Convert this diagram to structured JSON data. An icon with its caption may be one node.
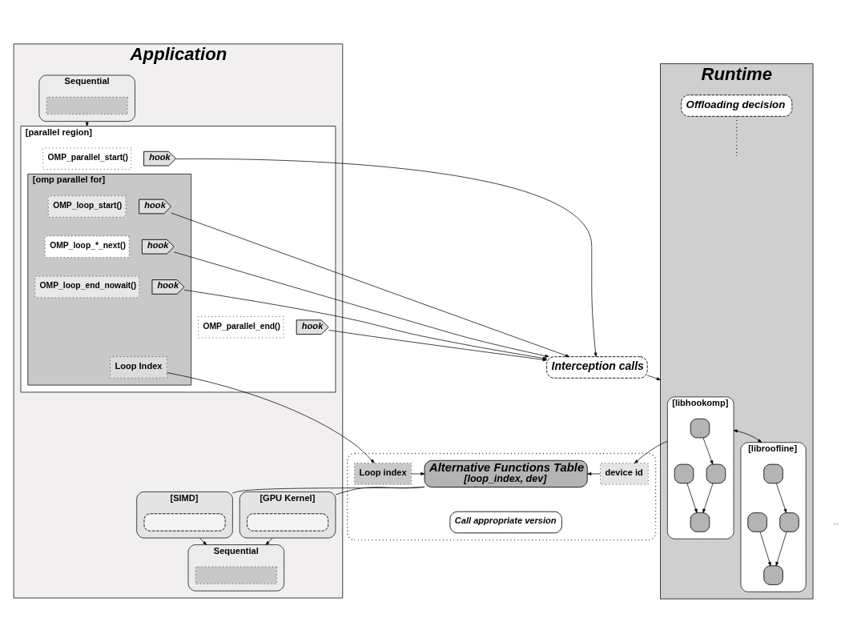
{
  "diagram": {
    "nodes": [
      {
        "text": [
          "Application"
        ]
      },
      {
        "text": [
          "Sequential"
        ],
        "in": 0
      },
      {
        "text": [],
        "shape": "box",
        "in": 1
      },
      {
        "text": [
          "[parallel region]"
        ],
        "in": 0
      },
      {
        "text": [
          "OMP_parallel_start()"
        ],
        "in": 3
      },
      {
        "text": [
          "hook"
        ],
        "in": 3
      },
      {
        "text": [
          "[omp parallel for]"
        ],
        "in": 3
      },
      {
        "text": [
          "OMP_loop_start()"
        ],
        "in": 6
      },
      {
        "text": [
          "hook"
        ],
        "in": 6
      },
      {
        "text": [
          "OMP_loop_*_next()"
        ],
        "in": 6
      },
      {
        "text": [
          "hook"
        ],
        "in": 6
      },
      {
        "text": [
          "OMP_loop_end_nowait()"
        ],
        "in": 6
      },
      {
        "text": [
          "hook"
        ],
        "in": 6
      },
      {
        "text": [
          "Loop Index"
        ],
        "in": 6
      },
      {
        "text": [
          "OMP_parallel_end()"
        ],
        "in": 3
      },
      {
        "text": [
          "hook"
        ],
        "in": 3
      },
      {
        "text": [
          "[GPU Kernel]"
        ],
        "in": 0
      },
      {
        "text": [],
        "shape": "box",
        "in": 16
      },
      {
        "text": [
          "[SIMD]"
        ],
        "in": 0
      },
      {
        "text": [],
        "shape": "box",
        "in": 18
      },
      {
        "text": [
          "Sequential"
        ],
        "in": 0
      },
      {
        "text": [],
        "shape": "box",
        "in": 20
      },
      {
        "text": [
          "Interception calls"
        ]
      },
      {
        "text": [
          "Runtime"
        ]
      },
      {
        "text": [],
        "shape": "box"
      },
      {
        "text": [
          "Loop index"
        ],
        "in": 24
      },
      {
        "text": [
          "Alternative Functions Table",
          "[loop_index, dev]"
        ],
        "in": 24
      },
      {
        "text": [
          "device id"
        ],
        "in": 24
      },
      {
        "text": [
          "Call appropriate version"
        ],
        "in": 24
      },
      {
        "text": [
          "[libhookomp]"
        ],
        "in": 23
      },
      {
        "text": [],
        "shape": "box",
        "in": 29
      },
      {
        "text": [],
        "shape": "box",
        "in": 29
      },
      {
        "text": [],
        "shape": "box",
        "in": 29
      },
      {
        "text": [],
        "shape": "box",
        "in": 29
      },
      {
        "text": [
          "[libroofline]"
        ],
        "in": 23
      },
      {
        "text": [],
        "shape": "box",
        "in": 34
      },
      {
        "text": [],
        "shape": "box",
        "in": 34
      },
      {
        "text": [],
        "shape": "box",
        "in": 34
      },
      {
        "text": [],
        "shape": "box",
        "in": 34
      },
      {
        "text": [
          "Offloading decision"
        ],
        "in": 23
      }
    ],
    "edges": [
      {
        "from": 1,
        "to": 3,
        "arrow": "to"
      },
      {
        "from": 5,
        "to": 22,
        "arrow": "to"
      },
      {
        "from": 8,
        "to": 22,
        "arrow": "to"
      },
      {
        "from": 10,
        "to": 22,
        "arrow": "to"
      },
      {
        "from": 12,
        "to": 22,
        "arrow": "to"
      },
      {
        "from": 15,
        "to": 22,
        "arrow": "to"
      },
      {
        "from": 22,
        "to": 23,
        "arrow": "to"
      },
      {
        "from": 13,
        "to": 25,
        "arrow": "to"
      },
      {
        "from": 25,
        "to": 26,
        "arrow": "to"
      },
      {
        "from": 27,
        "to": 26,
        "arrow": "to"
      },
      {
        "from": 29,
        "to": 27,
        "arrow": "to"
      },
      {
        "from": 26,
        "to": 16,
        "arrow": "none"
      },
      {
        "from": 26,
        "to": 18,
        "arrow": "none"
      },
      {
        "from": 16,
        "to": 20,
        "arrow": "to"
      },
      {
        "from": 18,
        "to": 20,
        "arrow": "to"
      },
      {
        "from": 29,
        "to": 34,
        "arrow": "both"
      },
      {
        "from": 39,
        "to": null,
        "arrow": "none",
        "style": "dashed"
      },
      {
        "from": 30,
        "to": 31,
        "arrow": "to"
      },
      {
        "from": 31,
        "to": 33,
        "arrow": "to"
      },
      {
        "from": 32,
        "to": 33,
        "arrow": "to"
      },
      {
        "from": 35,
        "to": 36,
        "arrow": "to"
      },
      {
        "from": 36,
        "to": 38,
        "arrow": "to"
      },
      {
        "from": 37,
        "to": 38,
        "arrow": "to"
      }
    ],
    "labels": [
      "..."
    ]
  }
}
